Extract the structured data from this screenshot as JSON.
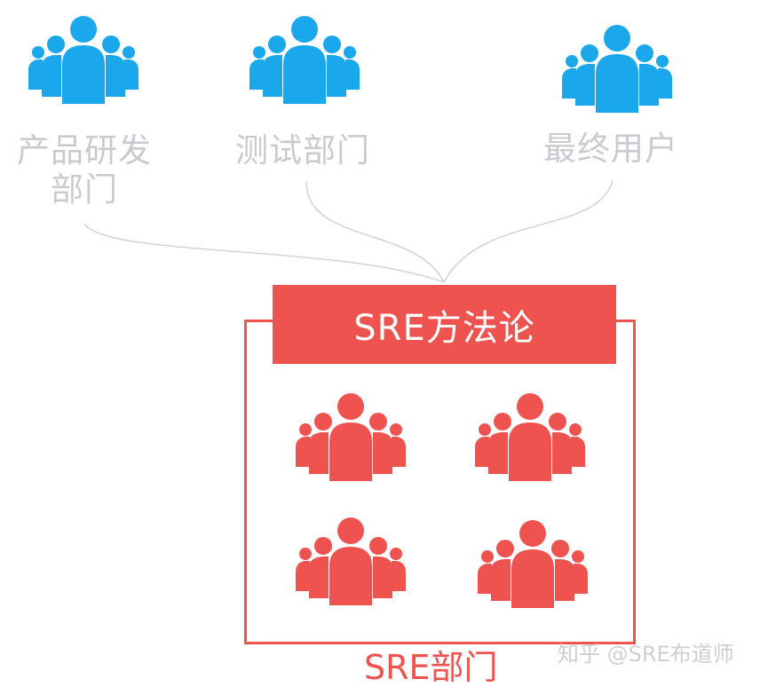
{
  "colors": {
    "stakeholder_icon": "#1aa7ec",
    "sre_accent": "#ef5350",
    "label_gray": "#c8cbd0",
    "connector_gray": "#d0d3d8",
    "watermark_gray": "#cfcfcf"
  },
  "stakeholders": [
    {
      "icon": "group-icon",
      "label_line1": "产品研发",
      "label_line2": "部门"
    },
    {
      "icon": "group-icon",
      "label_line1": "测试部门"
    },
    {
      "icon": "group-icon",
      "label_line1": "最终用户"
    }
  ],
  "sre": {
    "banner_title": "SRE方法论",
    "department_label": "SRE部门",
    "team_icons": [
      "group-icon",
      "group-icon",
      "group-icon",
      "group-icon"
    ]
  },
  "watermark": "知乎 @SRE布道师"
}
